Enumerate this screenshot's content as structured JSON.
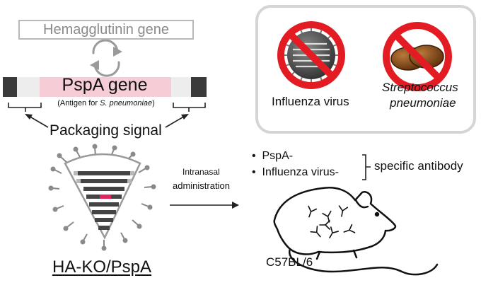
{
  "gene_construct": {
    "hemagglutinin_gene": "Hemagglutinin gene",
    "pspa_gene": "PspA gene",
    "antigen_note_prefix": "(Antigen for ",
    "antigen_note_species": "S. pneumoniae",
    "antigen_note_suffix": ")",
    "packaging_signal": "Packaging signal"
  },
  "pathogens": {
    "influenza": "Influenza virus",
    "streptococcus_line1": "Streptococcus",
    "streptococcus_line2": "pneumoniae"
  },
  "antibodies": {
    "items": [
      "PspA-",
      "Influenza virus-"
    ],
    "bullet": "•",
    "bracket_label": "specific antibody"
  },
  "administration": {
    "line1": "Intranasal",
    "line2": "administration"
  },
  "vaccine_name": "HA-KO/PspA",
  "mouse_strain": "C57BL/6",
  "colors": {
    "gene_bar_pink": "#f6cdd6",
    "segment_dark": "#3a3a3a",
    "prohibit_red": "#e31b23",
    "panel_border": "#d5d5d5",
    "bacteria_brown": "#7a3f10"
  }
}
